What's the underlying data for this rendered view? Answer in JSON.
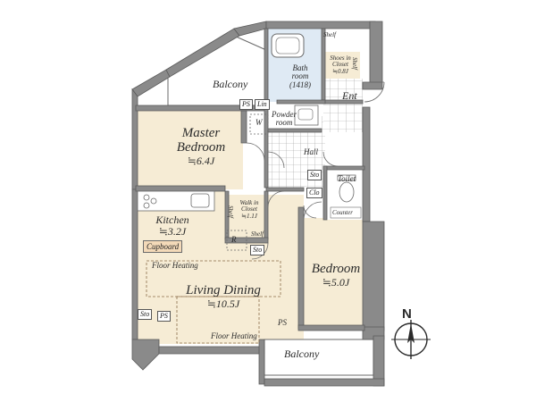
{
  "rooms": {
    "master_bedroom": {
      "name_line1": "Master",
      "name_line2": "Bedroom",
      "size": "≒6.4J"
    },
    "kitchen": {
      "name": "Kitchen",
      "size": "≒3.2J"
    },
    "living_dining": {
      "name": "Living Dining",
      "size": "≒10.5J"
    },
    "bedroom": {
      "name": "Bedroom",
      "size": "≒5.0J"
    },
    "bathroom": {
      "name_line1": "Bath",
      "name_line2": "room",
      "model": "(1418)"
    },
    "powder_room": {
      "name_line1": "Powder",
      "name_line2": "room"
    },
    "hall": {
      "name": "Hall"
    },
    "entrance": {
      "name": "Ent"
    },
    "toilet": {
      "name": "Toilet"
    },
    "walk_in_closet": {
      "name_line1": "Walk in",
      "name_line2": "Closet",
      "size": "≒1.1J"
    },
    "shoes_in_closet": {
      "name_line1": "Shoes in",
      "name_line2": "Closet",
      "size": "≒0.8J"
    },
    "balcony_top": {
      "name": "Balcony"
    },
    "balcony_bottom": {
      "name": "Balcony"
    }
  },
  "fixtures": {
    "cupboard": "Cupboard",
    "floor_heating_a": "Floor Heating",
    "floor_heating_b": "Floor Heating",
    "ps_top": "PS",
    "ps_left": "PS",
    "ps_bottom": "PS",
    "lin": "Lin",
    "w": "W",
    "r": "R",
    "sto_hall": "Sto",
    "sto_living": "Sto",
    "sto_left": "Sto",
    "clo": "Clo",
    "shelf_bath": "Shelf",
    "shelf_shoes": "Shelf",
    "shelf_wic": "Shelf",
    "shelf_wic2": "Shelf",
    "counter": "Counter"
  },
  "compass": {
    "label": "N"
  },
  "colors": {
    "floor": "#f6ecd5",
    "walls": "#8a8a8a",
    "wall_edge": "#5a5a5a",
    "bath": "#dfeaf4",
    "outline": "#6a6a6a"
  }
}
